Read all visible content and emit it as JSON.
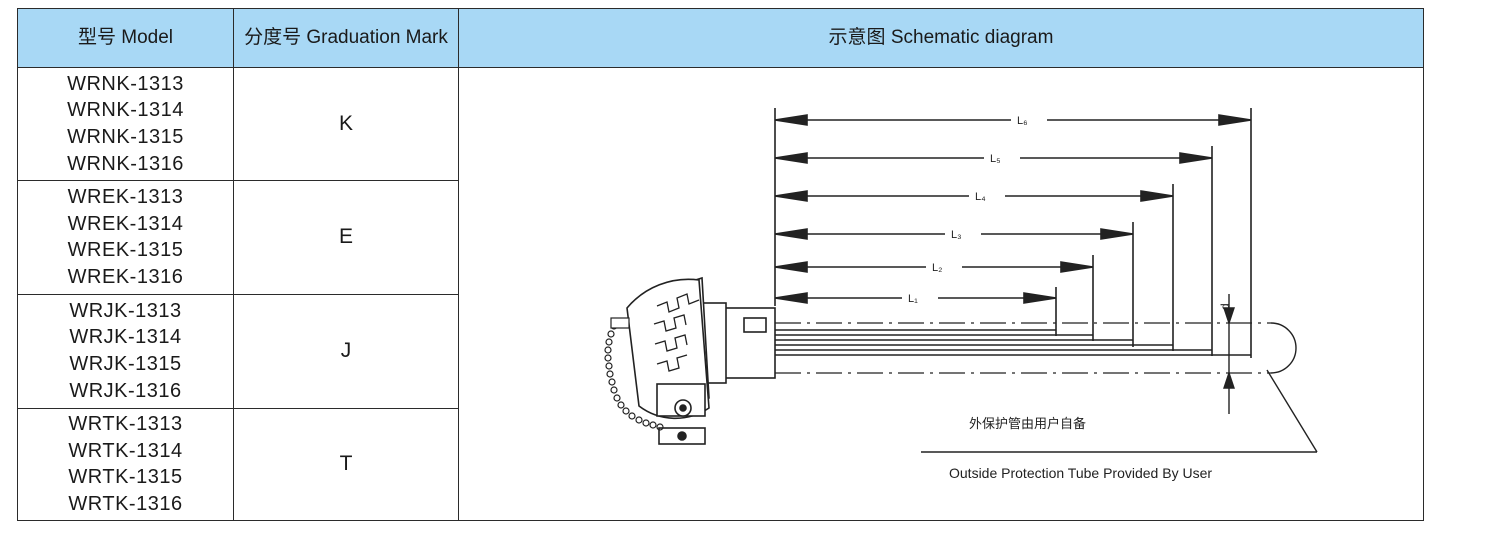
{
  "header": {
    "model": "型号 Model",
    "graduation": "分度号 Graduation Mark",
    "schematic": "示意图 Schematic diagram"
  },
  "rows": [
    {
      "models": [
        "WRNK-1313",
        "WRNK-1314",
        "WRNK-1315",
        "WRNK-1316"
      ],
      "mark": "K"
    },
    {
      "models": [
        "WREK-1313",
        "WREK-1314",
        "WREK-1315",
        "WREK-1316"
      ],
      "mark": "E"
    },
    {
      "models": [
        "WRJK-1313",
        "WRJK-1314",
        "WRJK-1315",
        "WRJK-1316"
      ],
      "mark": "J"
    },
    {
      "models": [
        "WRTK-1313",
        "WRTK-1314",
        "WRTK-1315",
        "WRTK-1316"
      ],
      "mark": "T"
    }
  ],
  "diagram": {
    "dimension_labels": [
      "L₆",
      "L₅",
      "L₄",
      "L₃",
      "L₂",
      "L₁"
    ],
    "diameter_label": "d",
    "note_cn": "外保护管由用户自备",
    "note_en": "Outside Protection Tube Provided By User"
  },
  "colors": {
    "header_bg": "#a8d8f5",
    "border": "#2b2b2b"
  }
}
